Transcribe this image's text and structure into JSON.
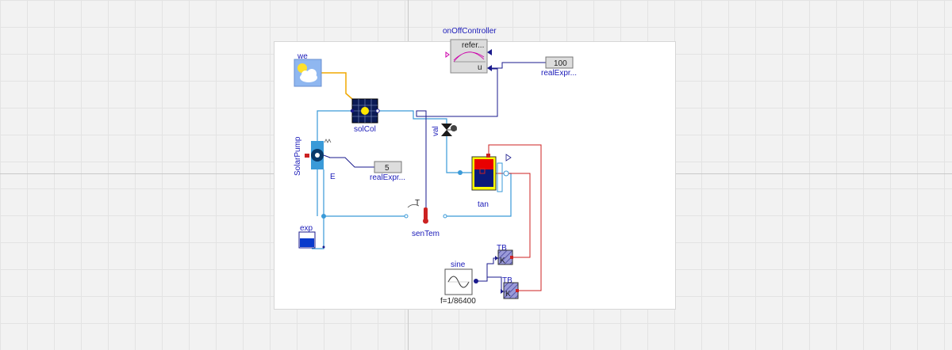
{
  "components": {
    "weather": {
      "label": "we",
      "icon": "cloud-sun-icon"
    },
    "solar_collector": {
      "label": "solCol",
      "icon": "sun-icon"
    },
    "pump": {
      "label": "SolarPump",
      "sub_label": "E"
    },
    "valve": {
      "label": "val"
    },
    "tank": {
      "label": "tan"
    },
    "temp_sensor": {
      "label": "senTem",
      "pin_label": "T"
    },
    "expansion": {
      "label": "exp"
    },
    "controller": {
      "label": "onOffController",
      "top_label": "refer...",
      "u_label": "u"
    },
    "real_expr_top": {
      "label": "realExpr...",
      "value": "100"
    },
    "real_expr_mid": {
      "label": "realExpr...",
      "value": "5"
    },
    "sine": {
      "label": "sine",
      "param": "f=1/86400"
    },
    "tb1": {
      "label": "TB",
      "sub_label": "K"
    },
    "tb2": {
      "label": "TB",
      "sub_label": "K"
    }
  },
  "colors": {
    "water": "#3a9ad8",
    "signal": "#1a1a8c",
    "heat": "#cc2222",
    "weather_bus": "#f0a800",
    "label": "#1a1ab8"
  }
}
